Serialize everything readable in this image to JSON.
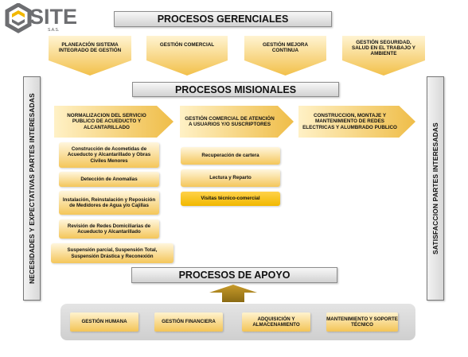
{
  "logo": {
    "text": "SITE",
    "subtext": "S.A.S."
  },
  "gerenciales": {
    "title": "PROCESOS GERENCIALES",
    "items": [
      "PLANEACIÓN SISTEMA INTEGRADO DE GESTIÓN",
      "GESTIÓN COMERCIAL",
      "GESTIÓN MEJORA CONTINUA",
      "GESTIÓN SEGURIDAD, SALUD EN EL TRABAJO Y AMBIENTE"
    ]
  },
  "misionales": {
    "title": "PROCESOS MISIONALES",
    "chevrons": [
      "NORMALIZACION DEL SERVICIO PUBLICO DE ACUEDUCTO Y ALCANTARILLADO",
      "GESTIÓN COMERCIAL DE ATENCIÓN A USUARIOS Y/O SUSCRIPTORES",
      "CONSTRUCCION, MONTAJE Y MANTENIMIENTO DE REDES ELECTRICAS Y ALUMBRADO PUBLICO"
    ],
    "col1": [
      "Construcción de Acometidas de Acueducto y Alcantarillado y Obras Civiles Menores",
      "Detección de Anomalías",
      "Instalación, Reinstalación y Reposición de Medidores de Agua y/o Cajillas",
      "Revisión de Redes Domiciliarias de Acueducto y Alcantarillado",
      "Suspensión parcial, Suspensión Total, Suspensión Drástica y Reconexión"
    ],
    "col2": [
      "Recuperación de cartera",
      "Lectura y Reparto",
      "Visitas técnico-comercial"
    ]
  },
  "side_left": "NECESIDADES Y EXPECTATIVAS PARTES INTERESADAS",
  "side_right": "SATISFACCION PARTES INTERESADAS",
  "apoyo": {
    "title": "PROCESOS DE APOYO",
    "items": [
      "GESTIÓN HUMANA",
      "GESTIÓN FINANCIERA",
      "ADQUISICIÓN Y ALMACENAMIENTO",
      "MANTENIMIENTO Y SOPORTE TÉCNICO"
    ]
  },
  "colors": {
    "accent_gold": "#f2c04a",
    "accent_solid": "#f1b800",
    "bar_grey": "#d2d2d2",
    "logo_grey": "#6d6e71"
  }
}
